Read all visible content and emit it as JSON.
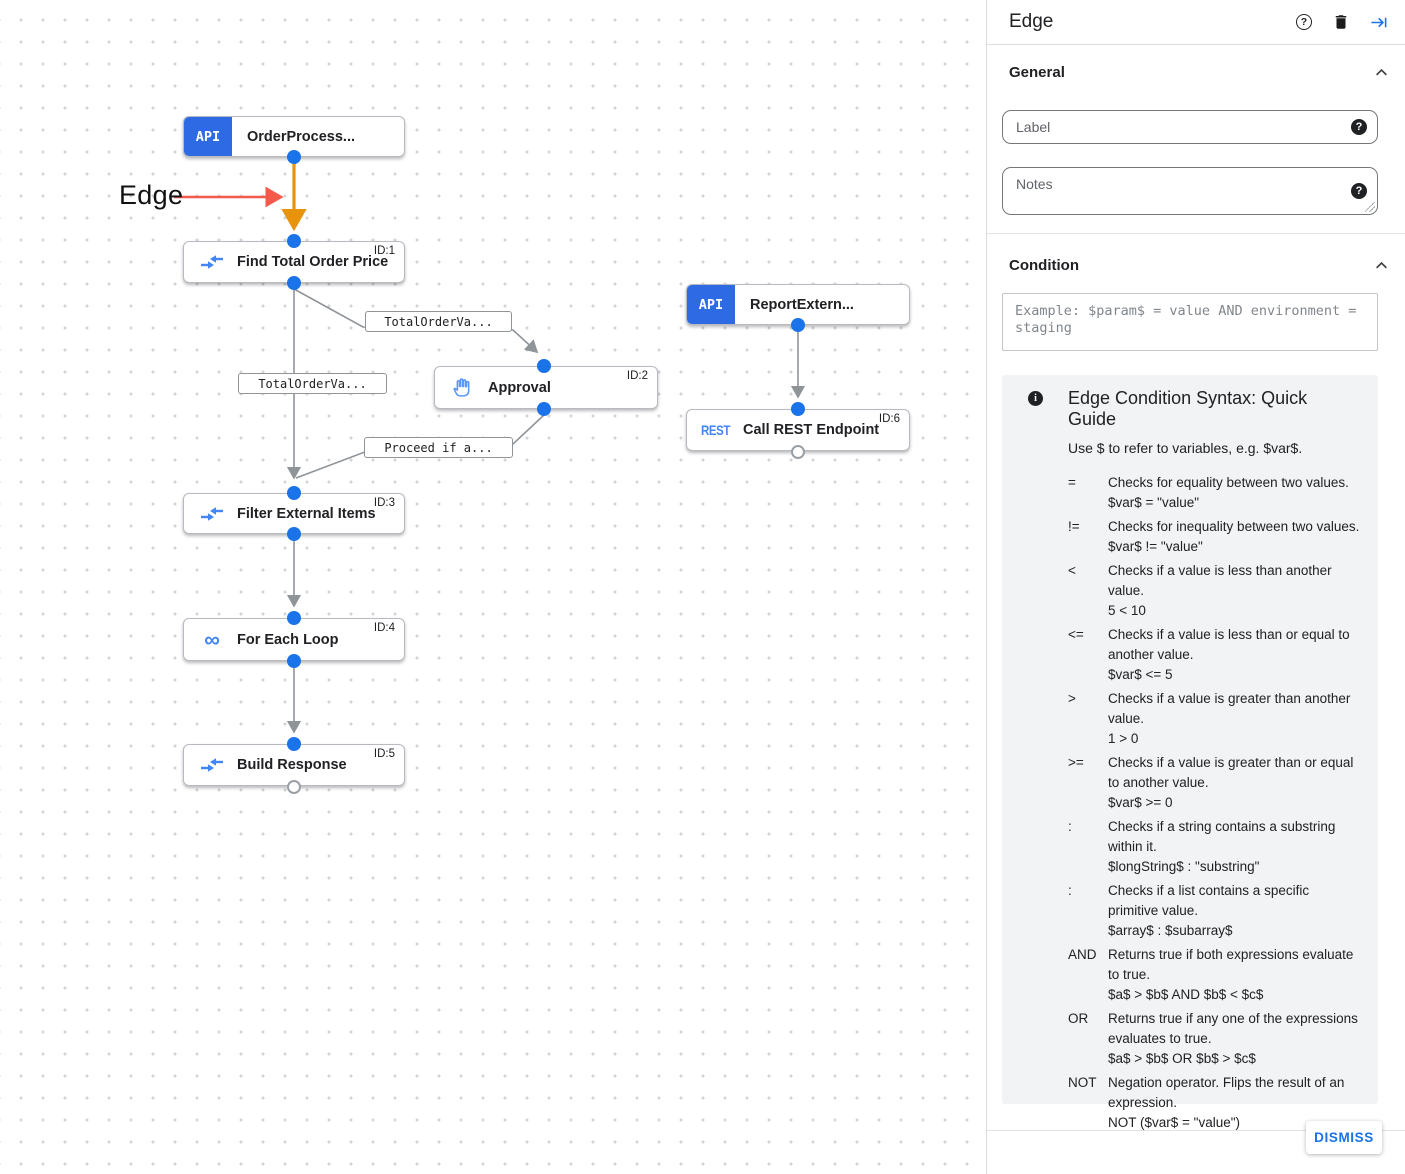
{
  "canvas": {
    "annotation": {
      "label": "Edge"
    },
    "nodes": [
      {
        "label": "OrderProcess...",
        "badge": "API"
      },
      {
        "label": "Find Total Order Price",
        "id": "ID:1"
      },
      {
        "label": "ReportExtern...",
        "badge": "API"
      },
      {
        "label": "Approval",
        "id": "ID:2"
      },
      {
        "label": "Call REST Endpoint",
        "id": "ID:6",
        "badge": "REST"
      },
      {
        "label": "Filter External Items",
        "id": "ID:3"
      },
      {
        "label": "For Each Loop",
        "id": "ID:4",
        "loop_glyph": "∞"
      },
      {
        "label": "Build Response",
        "id": "ID:5"
      }
    ],
    "edge_labels": [
      {
        "text": "TotalOrderVa..."
      },
      {
        "text": "TotalOrderVa..."
      },
      {
        "text": "Proceed if a..."
      }
    ]
  },
  "panel": {
    "title": "Edge",
    "sections": {
      "general": "General",
      "condition": "Condition"
    },
    "fields": {
      "label_placeholder": "Label",
      "notes_placeholder": "Notes",
      "condition_placeholder": "Example: $param$ = value AND environment = staging"
    },
    "guide": {
      "title": "Edge Condition Syntax: Quick Guide",
      "subtitle": "Use $ to refer to variables, e.g. $var$.",
      "entries": [
        {
          "op": "=",
          "desc": "Checks for equality between two values.",
          "example": "$var$ = \"value\""
        },
        {
          "op": "!=",
          "desc": "Checks for inequality between two values.",
          "example": "$var$ != \"value\""
        },
        {
          "op": "<",
          "desc": "Checks if a value is less than another value.",
          "example": "5 < 10"
        },
        {
          "op": "<=",
          "desc": "Checks if a value is less than or equal to another value.",
          "example": "$var$ <= 5"
        },
        {
          "op": ">",
          "desc": "Checks if a value is greater than another value.",
          "example": "1 > 0"
        },
        {
          "op": ">=",
          "desc": "Checks if a value is greater than or equal to another value.",
          "example": "$var$ >= 0"
        },
        {
          "op": ":",
          "desc": "Checks if a string contains a substring within it.",
          "example": "$longString$ : \"substring\""
        },
        {
          "op": ":",
          "desc": "Checks if a list contains a specific primitive value.",
          "example": "$array$ : $subarray$"
        },
        {
          "op": "AND",
          "desc": "Returns true if both expressions evaluate to true.",
          "example": "$a$ > $b$ AND $b$ < $c$"
        },
        {
          "op": "OR",
          "desc": "Returns true if any one of the expressions evaluates to true.",
          "example": "$a$ > $b$ OR $b$ > $c$"
        },
        {
          "op": "NOT",
          "desc": "Negation operator. Flips the result of an expression.",
          "example": "NOT ($var$ = \"value\")"
        }
      ]
    },
    "dismiss_label": "DISMISS",
    "colors": {
      "accent": "#1a73e8",
      "edge_highlight": "#e8930c",
      "annotation_red": "#f4594b"
    }
  }
}
